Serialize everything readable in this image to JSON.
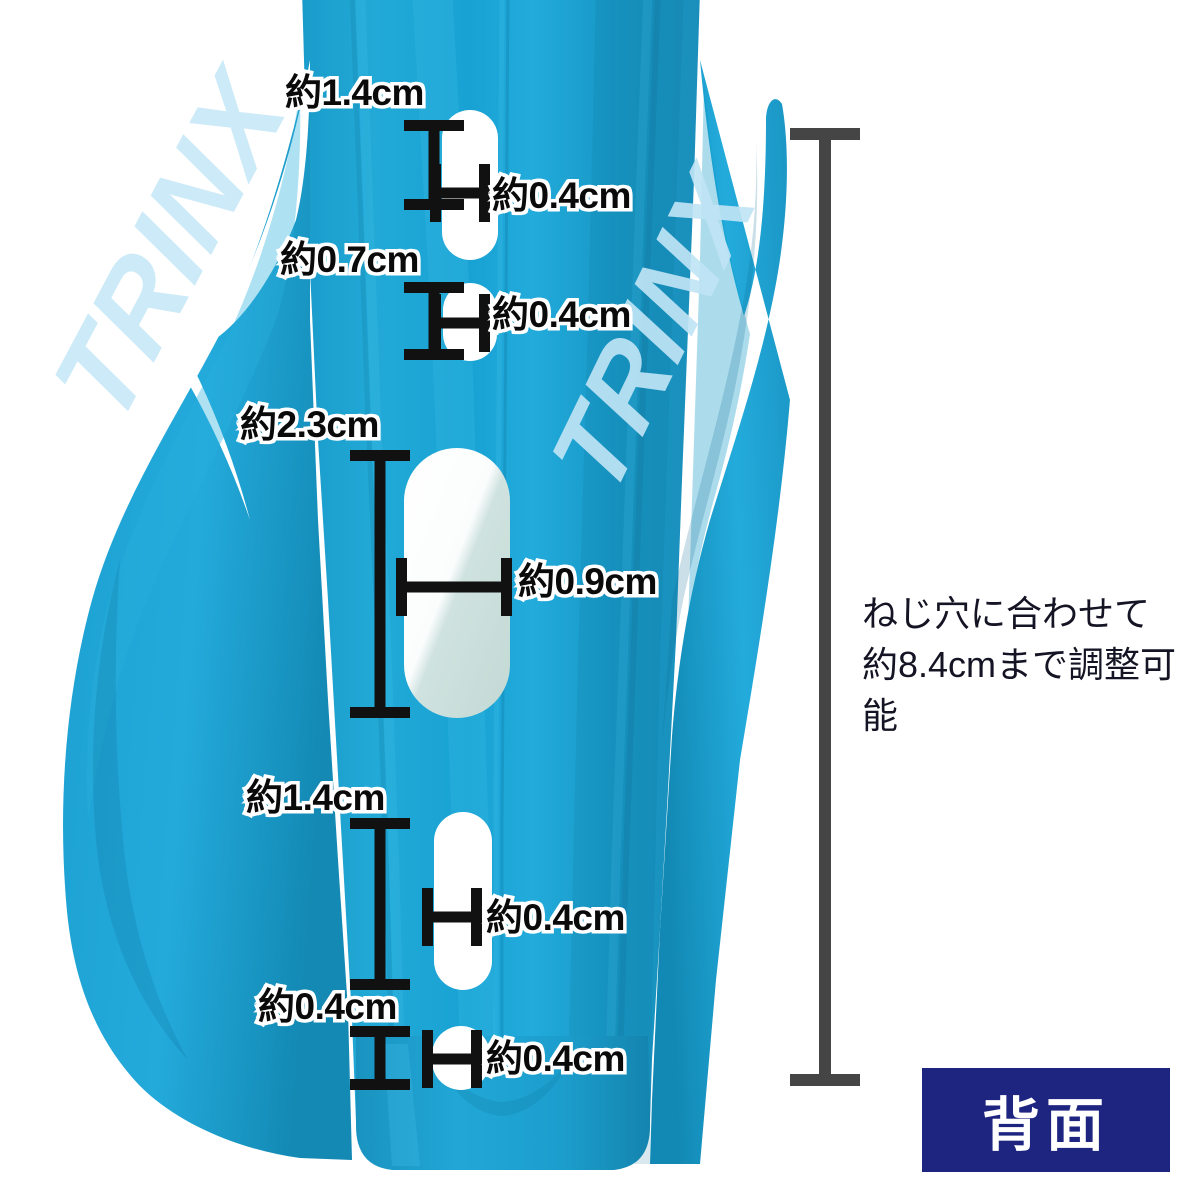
{
  "scene": {
    "background_color": "#ffffff",
    "product": {
      "type": "bicycle-bottle-cage",
      "brand_text": "TRINX",
      "body_color": "#1ba3d4",
      "body_color_dark": "#1583ad",
      "body_color_light": "#49c0e6",
      "logo_color": "#bfe6f5",
      "slot_color": "#ffffff"
    }
  },
  "annotations": {
    "slot1_height": "約1.4cm",
    "slot1_width": "約0.4cm",
    "gap1": "約0.7cm",
    "slot2_width": "約0.4cm",
    "slot3_height": "約2.3cm",
    "slot3_width": "約0.9cm",
    "slot4_height": "約1.4cm",
    "slot4_width": "約0.4cm",
    "slot5_height": "約0.4cm",
    "slot5_width": "約0.4cm"
  },
  "note": {
    "text": "ねじ穴に合わせて\n約8.4cmまで調整可能",
    "color": "#141424"
  },
  "badge": {
    "label": "背面",
    "background_color": "#1d2581",
    "text_color": "#ffffff"
  },
  "dimension_bar": {
    "color": "#454545",
    "orientation": "vertical",
    "describes": "total adjustable height"
  }
}
